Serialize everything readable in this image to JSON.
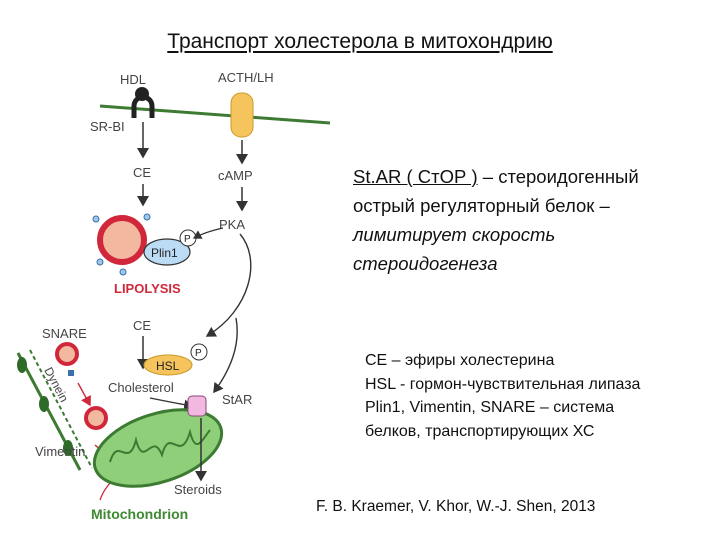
{
  "title": "Транспорт холестерола в митохондрию",
  "diagram": {
    "hdl": "HDL",
    "acth": "ACTH/LH",
    "srbi": "SR-BI",
    "ce_top": "CE",
    "camp": "cAMP",
    "pka": "PKA",
    "plin1": "Plin1",
    "p1": "P",
    "lipolysis": "LIPOLYSIS",
    "snare": "SNARE",
    "ce_mid": "CE",
    "dynein": "Dynein",
    "hsl": "HSL",
    "p2": "P",
    "cholesterol": "Cholesterol",
    "star": "StAR",
    "vimentin": "Vimentin",
    "steroids": "Steroids",
    "mitochondrion": "Mitochondrion",
    "colors": {
      "membrane": "#3d7a32",
      "lipid_ring": "#d0283a",
      "lipid_core": "#f2b8a0",
      "receptor": "#f5c45c",
      "plin1": "#bcdcf5",
      "hsl": "#f5c45c",
      "mito": "#8fcf7a",
      "star": "#f2b8e0",
      "lipolysis_text": "#d0283a",
      "mito_text": "#3d8a32"
    }
  },
  "star_text": {
    "term": "St.AR ( СтОР )",
    "line1_rest": " – стероидогенный",
    "line2": "острый регуляторный белок –",
    "line3": "лимитирует скорость",
    "line4": "стероидогенеза"
  },
  "abbreviations": [
    "СЕ – эфиры холестерина",
    "HSL -  гормон-чувствительная липаза",
    "Plin1, Vimentin, SNARE – система",
    "белков, транспортирующих ХС"
  ],
  "citation": "F. B. Kraemer, V. Khor, W.-J. Shen, 2013"
}
